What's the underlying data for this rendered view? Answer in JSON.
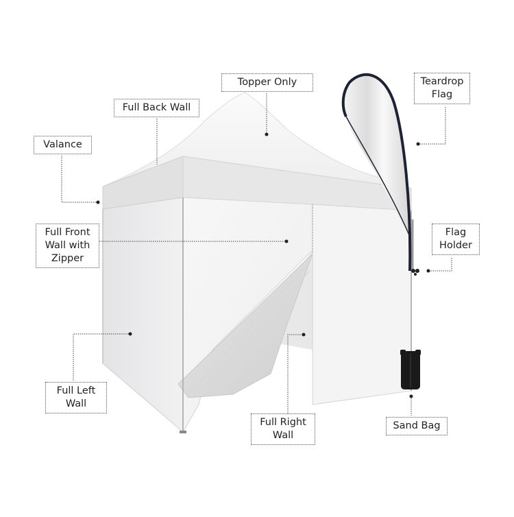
{
  "diagram": {
    "subject": "Canopy tent with accessories",
    "labels": [
      {
        "id": "topper-only",
        "lines": [
          "Topper Only"
        ]
      },
      {
        "id": "full-back-wall",
        "lines": [
          "Full Back Wall"
        ]
      },
      {
        "id": "valance",
        "lines": [
          "Valance"
        ]
      },
      {
        "id": "teardrop-flag",
        "lines": [
          "Teardrop",
          "Flag"
        ]
      },
      {
        "id": "full-front-wall",
        "lines": [
          "Full Front",
          "Wall with",
          "Zipper"
        ]
      },
      {
        "id": "flag-holder",
        "lines": [
          "Flag",
          "Holder"
        ]
      },
      {
        "id": "full-left-wall",
        "lines": [
          "Full Left",
          "Wall"
        ]
      },
      {
        "id": "full-right-wall",
        "lines": [
          "Full Right",
          "Wall"
        ]
      },
      {
        "id": "sand-bag",
        "lines": [
          "Sand Bag"
        ]
      }
    ]
  },
  "colors": {
    "background": "#ffffff",
    "tent_fabric": "#f2f2f2",
    "valance_shade": "#e3e3e3",
    "frame": "#b8b8b8",
    "flag_edge": "#1e2233",
    "sand_bag": "#1a1a1a",
    "leader_line": "#444444"
  }
}
